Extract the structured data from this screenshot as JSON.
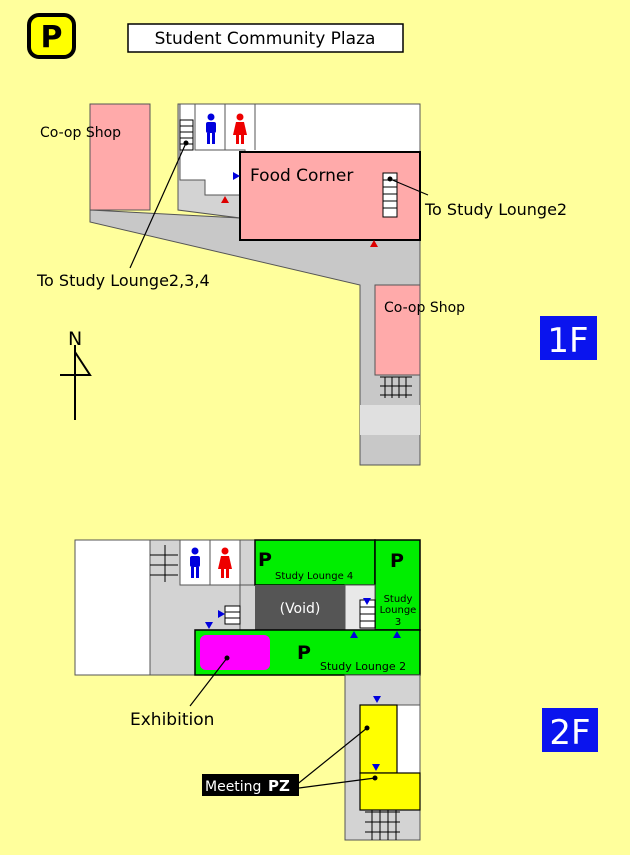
{
  "header": {
    "logo_letter": "P",
    "title": "Student Community Plaza"
  },
  "floor1": {
    "badge": "1F",
    "labels": {
      "coop_shop_west": "Co-op Shop",
      "food_corner": "Food Corner",
      "to_study_lounge2": "To Study Lounge2",
      "to_study_lounges": "To Study Lounge2,3,4",
      "coop_shop_south": "Co-op Shop"
    },
    "compass": "N"
  },
  "floor2": {
    "badge": "2F",
    "labels": {
      "p_mark": "P",
      "study_lounge_4": "Study Lounge 4",
      "study_lounge_3_a": "Study",
      "study_lounge_3_b": "Lounge",
      "study_lounge_3_c": "3",
      "void": "(Void)",
      "study_lounge_2": "Study Lounge 2",
      "exhibition": "Exhibition",
      "meeting": "Meeting",
      "meeting_pz": "PZ"
    }
  },
  "colors": {
    "background": "#ffff9c",
    "corridor": "#d3d3d3",
    "shop": "#ffaaaa",
    "lounge": "#00ee00",
    "meeting": "#ffff00",
    "exhibition": "#ff00ff",
    "void": "#555555",
    "badge": "#0a14ee",
    "male": "#0000dd",
    "female": "#ee0000"
  },
  "icons": [
    "parking-logo-icon",
    "male-restroom-icon",
    "female-restroom-icon",
    "stairs-icon",
    "compass-north-icon",
    "entrance-arrow-icon"
  ]
}
